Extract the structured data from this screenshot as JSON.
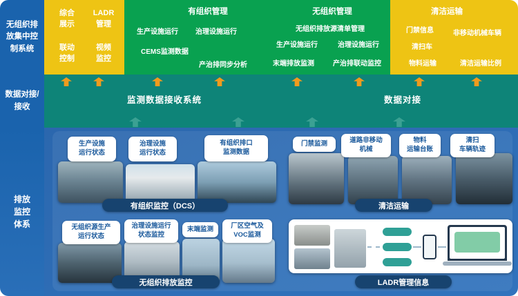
{
  "colors": {
    "yellow": "#eec414",
    "green": "#09a150",
    "teal": "#0e8478",
    "blue": "#1a63ad",
    "pill_navy": "#17436f",
    "arrow_orange": "#ef9b1e"
  },
  "sidebar": {
    "system_title": "无组织排放集中控制系统",
    "data_dock_title": "数据对接/接收",
    "monitor_title": "排放监控体系"
  },
  "platform": {
    "modules": [
      "综合\n展示",
      "LADR\n管理",
      "联动\n控制",
      "视频\n监控"
    ],
    "organized": {
      "title": "有组织管理",
      "items": [
        "生产设施运行",
        "治理设施运行",
        "CEMS监测数据",
        "产治排同步分析"
      ]
    },
    "unorganized": {
      "title": "无组织管理",
      "items": [
        "无组织排放源清单管理",
        "生产设施运行",
        "治理设施运行",
        "末端排放监测",
        "产治排联动监控"
      ]
    },
    "transport": {
      "title": "清洁运输",
      "items": [
        "门禁信息",
        "非移动机械车辆",
        "清扫车",
        "物料运输",
        "清洁运输比例"
      ]
    }
  },
  "middle": {
    "receive_system": "监测数据接收系统",
    "data_dock": "数据对接"
  },
  "monitor": {
    "dcs": {
      "cards": [
        "生产设施\n运行状态",
        "治理设施\n运行状态",
        "有组织排口\n监测数据"
      ],
      "label": "有组织监控（DCS）"
    },
    "clean_transport": {
      "cards": [
        "门禁监测",
        "道路非移动\n机械",
        "物料\n运输台账",
        "清扫\n车辆轨迹"
      ],
      "label": "清洁运输"
    },
    "unorganized": {
      "cards": [
        "无组织源生产\n运行状态",
        "治理设施运行\n状态监控",
        "末端监测",
        "厂区空气及\nVOC监测"
      ],
      "label": "无组织排放监控"
    },
    "ladr": {
      "label": "LADR管理信息"
    }
  }
}
